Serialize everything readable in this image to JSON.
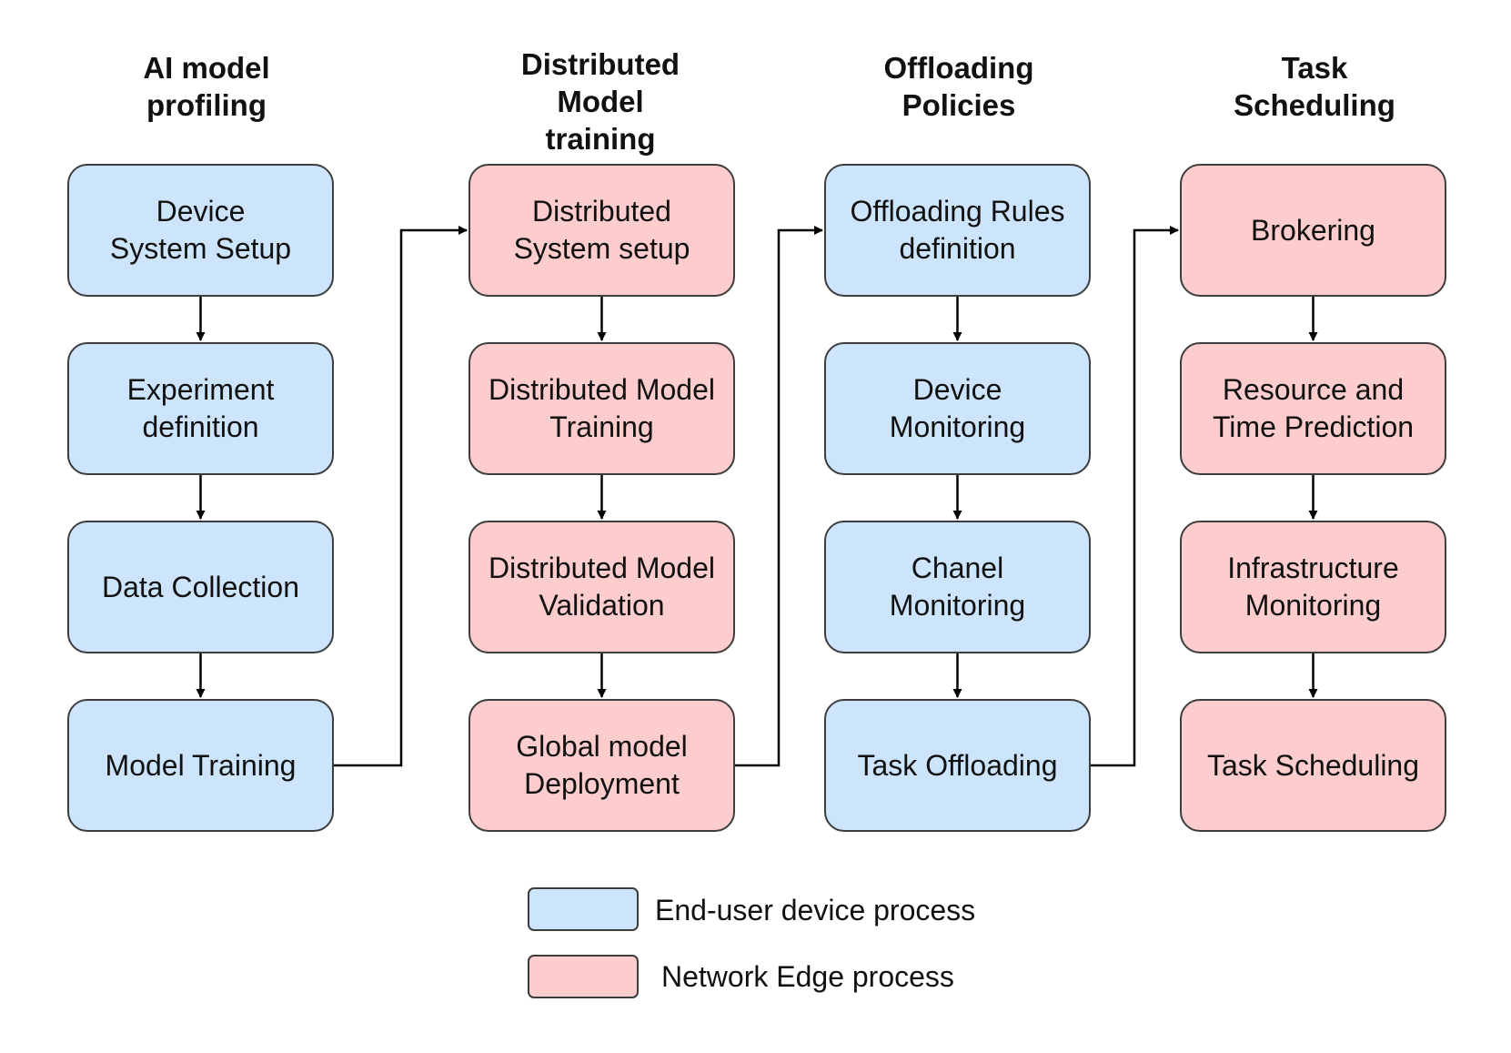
{
  "colors": {
    "end_user": "#cce5fc",
    "edge": "#fdcccc",
    "border": "#3d3d3d",
    "line": "#000000"
  },
  "columns": [
    {
      "id": "profiling",
      "title": "AI model\nprofiling",
      "kind": "end_user",
      "steps": [
        "Device\nSystem Setup",
        "Experiment\ndefinition",
        "Data Collection",
        "Model Training"
      ]
    },
    {
      "id": "training",
      "title": "Distributed\nModel\ntraining",
      "kind": "edge",
      "steps": [
        "Distributed\nSystem setup",
        "Distributed Model\nTraining",
        "Distributed Model\nValidation",
        "Global model\nDeployment"
      ]
    },
    {
      "id": "offloading",
      "title": "Offloading\nPolicies",
      "kind": "end_user",
      "steps": [
        "Offloading Rules\ndefinition",
        "Device\nMonitoring",
        "Chanel\nMonitoring",
        "Task Offloading"
      ]
    },
    {
      "id": "scheduling",
      "title": "Task\nScheduling",
      "kind": "edge",
      "steps": [
        "Brokering",
        "Resource and\nTime Prediction",
        "Infrastructure\nMonitoring",
        "Task Scheduling"
      ]
    }
  ],
  "legend": {
    "end_user_label": "End-user device process",
    "edge_label": "Network Edge process"
  }
}
